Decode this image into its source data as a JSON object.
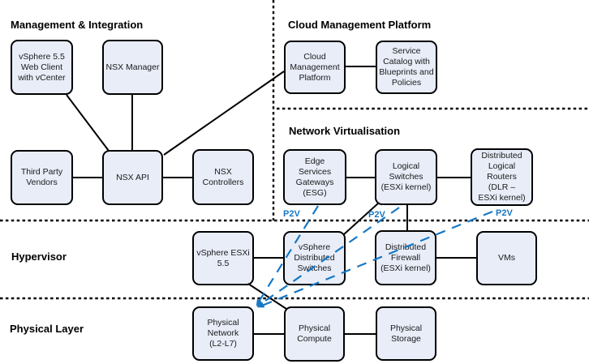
{
  "colors": {
    "node_fill": "#e8edf8",
    "node_border": "#000000",
    "line": "#000000",
    "p2v_blue": "#1777c4",
    "text": "#1a1a1a"
  },
  "sections": {
    "management": {
      "title": "Management & Integration"
    },
    "cloud": {
      "title": "Cloud Management Platform"
    },
    "network": {
      "title": "Network Virtualisation"
    },
    "hypervisor": {
      "title": "Hypervisor"
    },
    "physical": {
      "title": "Physical Layer"
    }
  },
  "nodes": {
    "web_client": {
      "label": "vSphere 5.5\nWeb Client\nwith vCenter"
    },
    "nsx_manager": {
      "label": "NSX Manager"
    },
    "third_party": {
      "label": "Third Party\nVendors"
    },
    "nsx_api": {
      "label": "NSX API"
    },
    "nsx_controllers": {
      "label": "NSX\nControllers"
    },
    "cloud_mgmt": {
      "label": "Cloud\nManagement\nPlatform"
    },
    "service_catalog": {
      "label": "Service\nCatalog with\nBlueprints and\nPolicies"
    },
    "esg": {
      "label": "Edge\nServices\nGateways\n(ESG)"
    },
    "logical_switches": {
      "label": "Logical\nSwitches\n(ESXi kernel)"
    },
    "dlr": {
      "label": "Distributed\nLogical\nRouters\n(DLR –\nESXi kernel)"
    },
    "esxi": {
      "label": "vSphere ESXi\n5.5"
    },
    "vds": {
      "label": "vSphere\nDistributed\nSwitches"
    },
    "dfw": {
      "label": "Distributed\nFirewall\n(ESXi kernel)"
    },
    "vms": {
      "label": "VMs"
    },
    "phys_network": {
      "label": "Physical\nNetwork\n(L2-L7)"
    },
    "phys_compute": {
      "label": "Physical\nCompute"
    },
    "phys_storage": {
      "label": "Physical\nStorage"
    }
  },
  "links": {
    "p2v_esg": "P2V",
    "p2v_switches": "P2V",
    "p2v_dlr": "P2V"
  }
}
